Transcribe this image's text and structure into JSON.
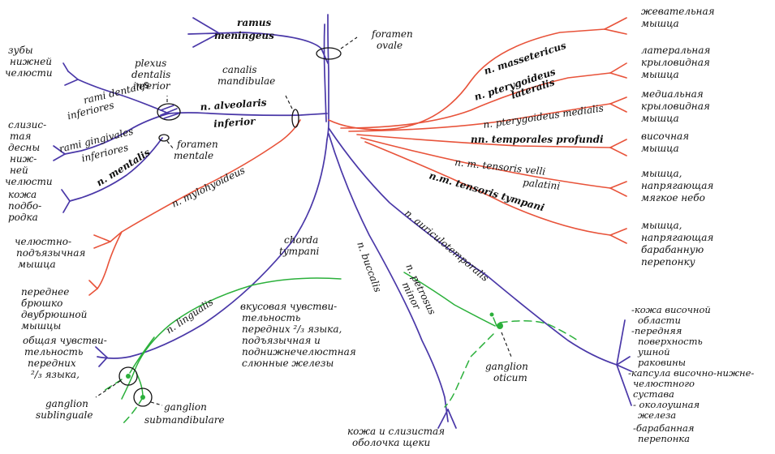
{
  "colors": {
    "motor": "#e8533a",
    "sensory": "#4a38a8",
    "parasympathetic": "#2bb03b",
    "text": "#111111",
    "background": "#ffffff"
  },
  "nerves": {
    "ramus_meningeus": [
      "ramus",
      "meningeus"
    ],
    "foramen_ovale": [
      "foramen",
      "ovale"
    ],
    "n_masseter": "n. massetericus",
    "n_pterygoideus_lateralis": [
      "n. pterygoideus",
      "lateralis"
    ],
    "n_pterygoideus_medialis": "n. pterygoideus medialis",
    "nn_temporales": "nn. temporales profundi",
    "n_tensoris_veli": [
      "n. m. tensoris velli",
      "palatini"
    ],
    "n_tensoris_tympani": "n.m. tensoris tympani",
    "plexus_dentalis": [
      "plexus",
      "dentalis",
      "inferior"
    ],
    "canalis_mandibulae": [
      "canalis",
      "mandibulae"
    ],
    "n_alveolaris": [
      "n. alveolaris",
      "inferior"
    ],
    "rami_dentales": [
      "rami dentales",
      "inferiores"
    ],
    "rami_gingivales": [
      "rami gingivales",
      "inferiores"
    ],
    "foramen_mentale": [
      "foramen",
      "mentale"
    ],
    "n_mentalis": "n. mentalis",
    "n_mylohyoideus": "n. mylohyoideus",
    "n_lingualis": "n. lingualis",
    "chorda_tympani": [
      "chorda",
      "tympani"
    ],
    "n_buccalis": "n. buccalis",
    "n_petrosus_minor": [
      "n. petrosus",
      "minor"
    ],
    "n_auriculotemporalis": "n. auriculotemporalis",
    "ganglion_oticum": [
      "ganglion",
      "oticum"
    ],
    "ganglion_sublinguale": [
      "ganglion",
      "sublinguale"
    ],
    "ganglion_submandibulare": [
      "ganglion",
      "submandibulare"
    ]
  },
  "targets": {
    "zuby": [
      "зубы",
      "нижней",
      "челюсти"
    ],
    "desny": [
      "слизис-",
      "тая",
      "десны",
      "ниж-",
      "ней",
      "челюсти"
    ],
    "kozha_podborodka": [
      "кожа",
      "подбо-",
      "родка"
    ],
    "chelyustno_podyazychnaya": [
      "челюстно-",
      "подъязычная",
      "мышца"
    ],
    "dvubryushnaya": [
      "переднее",
      "брюшко",
      "двубрюшной",
      "мышцы"
    ],
    "obshchaya_chuvstv": [
      "общая чувстви-",
      "тельность",
      "передних",
      "²/₃ языка,"
    ],
    "vkusovaya": [
      "вкусовая чувстви-",
      "тельность",
      "передних ²/₃ языка,",
      "подъязычная и",
      "поднижнечелюстная",
      "слюнные железы"
    ],
    "shcheka": [
      "кожа и слизистая",
      "оболочка щеки"
    ],
    "zhevatelnaya": [
      "жевательная",
      "мышца"
    ],
    "lat_kryl": [
      "латеральная",
      "крыловидная",
      "мышца"
    ],
    "med_kryl": [
      "медиальная",
      "крыловидная",
      "мышца"
    ],
    "visochnaya": [
      "височная",
      "мышца"
    ],
    "velum": [
      "мышца,",
      "напрягающая",
      "мягкое небо"
    ],
    "tympanum": [
      "мышца,",
      "напрягающая",
      "барабанную",
      "перепонку"
    ],
    "auriculo": [
      "-кожа височной",
      "области",
      "-передняя",
      "поверхность",
      "ушной",
      "раковины",
      "-капсула височно-нижне-",
      "челюстного",
      "сустава",
      "- околоушная",
      "железа",
      "-барабанная",
      "перепонка"
    ]
  }
}
